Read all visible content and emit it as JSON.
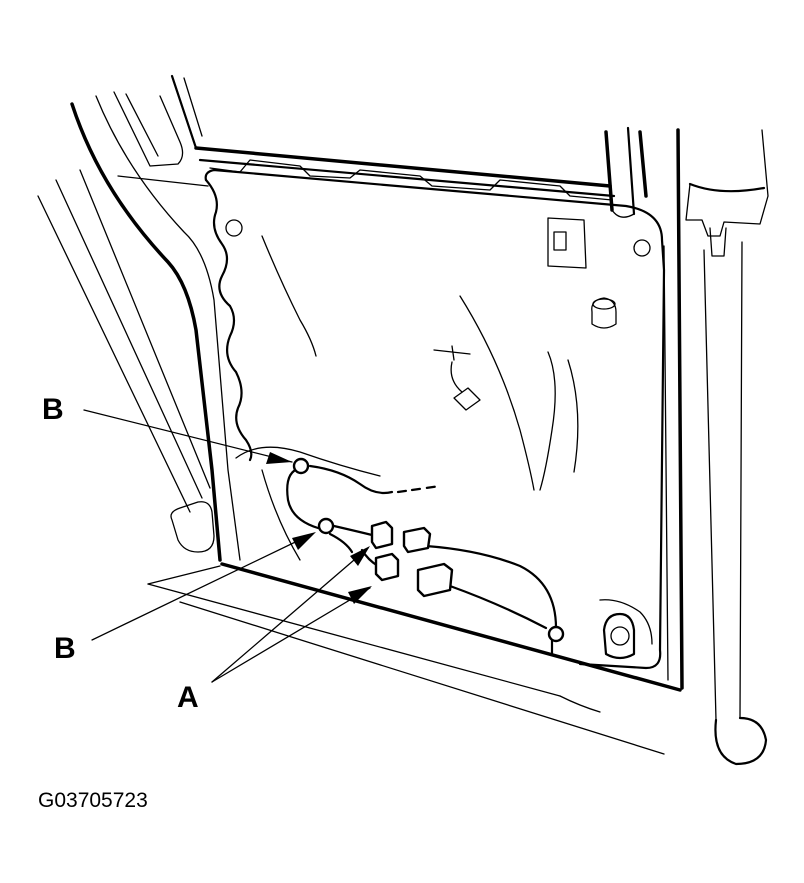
{
  "callouts": {
    "b_top": "B",
    "b_bottom": "B",
    "a": "A"
  },
  "figure_id": "G03705723"
}
